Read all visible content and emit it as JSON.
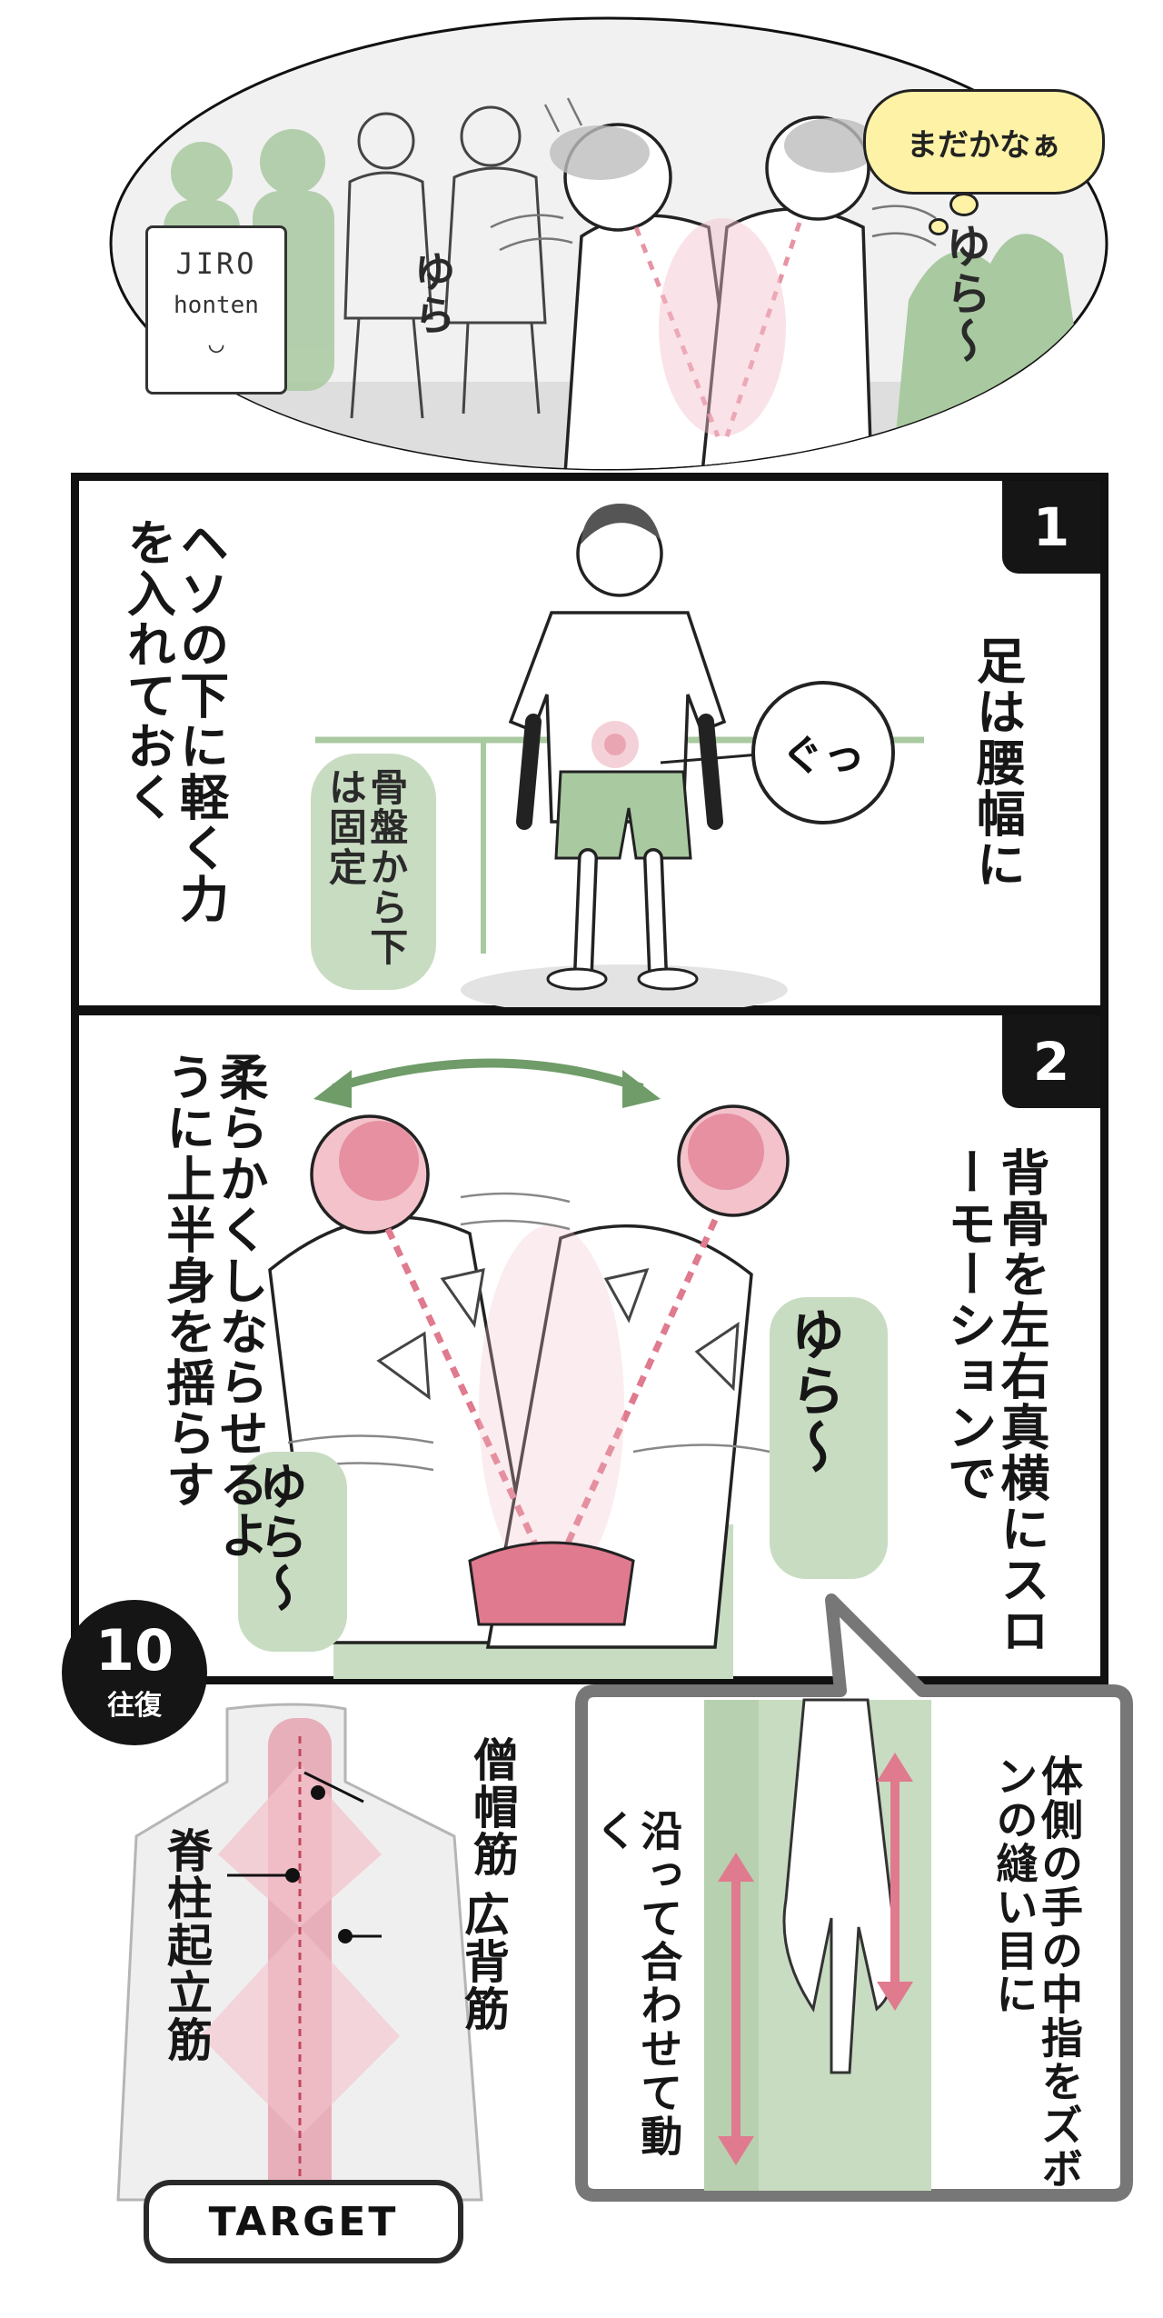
{
  "scene": {
    "sign_line1": "JIRO",
    "sign_line2": "honten",
    "thought_bubble": "まだかなぁ",
    "sway_left": "ゆら",
    "sway_right": "ゆら〜"
  },
  "step1": {
    "number": "1",
    "text_right": "足は腰幅に",
    "text_left": "ヘソの下に軽く力を入れておく",
    "note_pelvis": "骨盤から下は固定",
    "speech": "ぐっ"
  },
  "step2": {
    "number": "2",
    "text_right": "背骨を左右真横にスローモーションで",
    "text_left": "柔らかくしならせるように上半身を揺らす",
    "sway_left": "ゆら〜",
    "sway_right": "ゆら〜"
  },
  "reps": {
    "count": "10",
    "unit": "往復"
  },
  "target": {
    "label": "TARGET",
    "muscle_trapezius": "僧帽筋",
    "muscle_erector": "脊柱起立筋",
    "muscle_lats": "広背筋"
  },
  "detail": {
    "text_right": "体側の手の中指をズボンの縫い目に",
    "text_left": "沿って合わせて動く"
  },
  "colors": {
    "green": "#a9c9a0",
    "green_dark": "#6f9c69",
    "pink": "#e07a8e",
    "pink_light": "#f3c2cb",
    "black": "#111111"
  }
}
